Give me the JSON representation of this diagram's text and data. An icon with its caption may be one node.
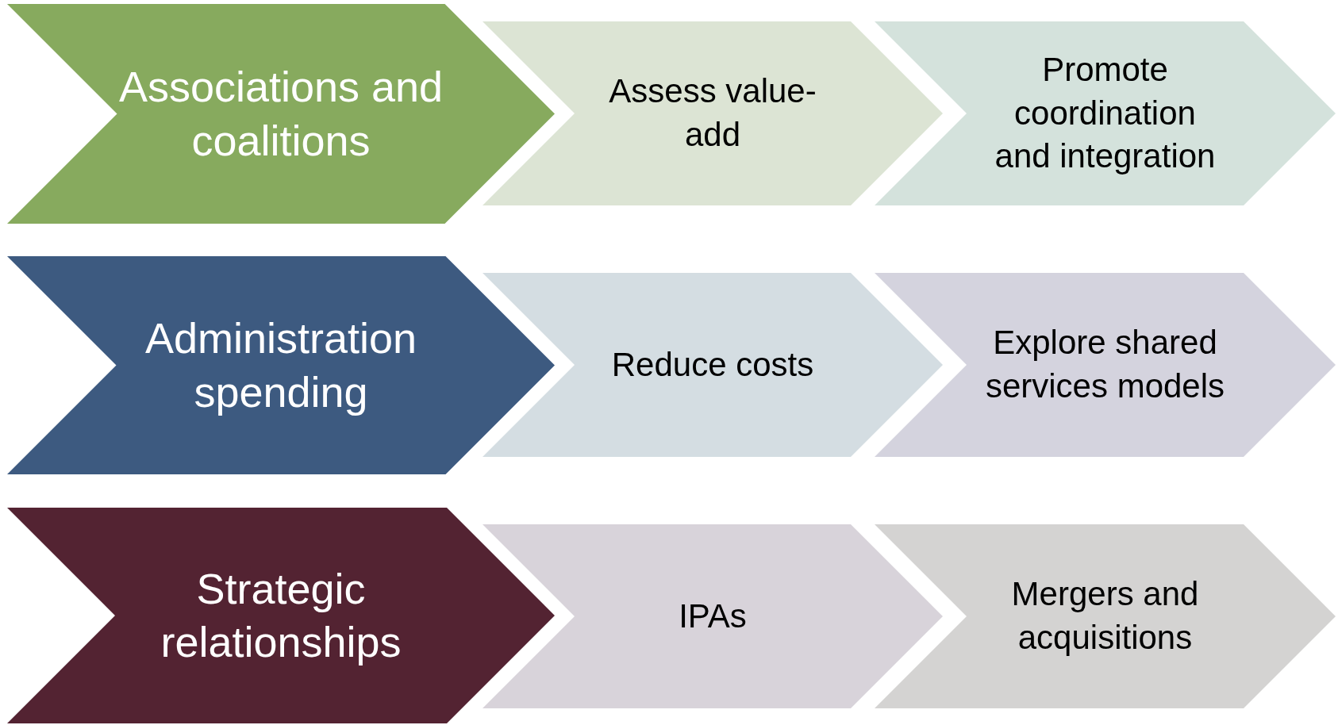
{
  "diagram": {
    "nodes": [
      {
        "text": [
          "Associations and coalitions"
        ]
      },
      {
        "text": [
          "Assess value-add"
        ]
      },
      {
        "text": [
          "Promote coordination and integration"
        ]
      },
      {
        "text": [
          "Administration spending"
        ]
      },
      {
        "text": [
          "Reduce costs"
        ]
      },
      {
        "text": [
          "Explore shared services models"
        ]
      },
      {
        "text": [
          "Strategic relationships"
        ]
      },
      {
        "text": [
          "IPAs"
        ]
      },
      {
        "text": [
          "Mergers and acquisitions"
        ]
      }
    ]
  }
}
